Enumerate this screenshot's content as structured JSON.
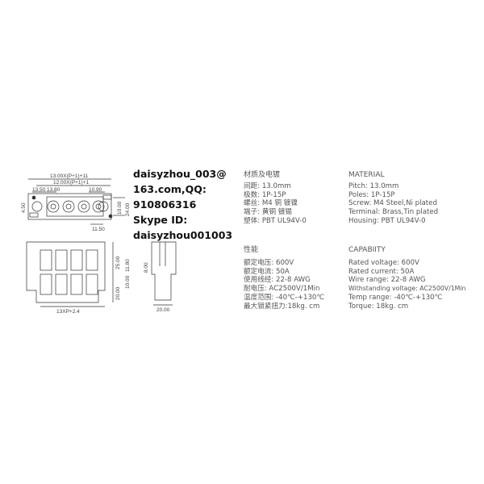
{
  "dimensions": {
    "overall_length": "13.00X(P+1)+11",
    "inner_length": "12.00X(P+1)+1",
    "pitch_a": "13.50",
    "pitch_b": "13.80",
    "right_offset": "10.90",
    "height_small": "4.50",
    "height_a": "10.00",
    "height_b": "24.00",
    "bottom_offset": "11.50",
    "front_height": "25.00",
    "front_mid_a": "10.00",
    "front_mid_b": "11.80",
    "front_lower": "20.00",
    "front_width": "13XP+2.4",
    "side_height": "8.00",
    "side_width": "20.00"
  },
  "watermark": [
    "daisyzhou_003@",
    "163.com,QQ:",
    "910806316",
    "Skype ID:",
    "daisyzhou001003"
  ],
  "material_cn": {
    "title": "材质及电镀",
    "lines": [
      "间距: 13.0mm",
      "极数: 1P-15P",
      "螺丝: M4  铜  镀镍",
      "端子: 黄铜 镀锡",
      "塑体: PBT  UL94V-0"
    ]
  },
  "material_en": {
    "title": "MATERIAL",
    "lines": [
      "Pitch:  13.0mm",
      "Poles:  1P-15P",
      "Screw:  M4 Steel,Ni plated",
      "Terminal:  Brass,Tin plated",
      "Housing:  PBT  UL94V-0"
    ]
  },
  "capability_cn": {
    "title": "性能",
    "lines": [
      "额定电压:  600V",
      "额定电流:  50A",
      "使用线经:  22-8 AWG",
      "耐电压:    AC2500V/1Min",
      "温度范围: -40℃-+130℃",
      "最大锁紧扭力:18kg. cm"
    ]
  },
  "capability_en": {
    "title": "CAPABIITY",
    "lines": [
      "Rated voltage: 600V",
      "Rated current:  50A",
      "Wire range: 22-8 AWG",
      "Withstanding voltage: AC2500V/1Min",
      "Temp range: -40℃-+130℃",
      "Torque: 18kg. cm"
    ]
  }
}
